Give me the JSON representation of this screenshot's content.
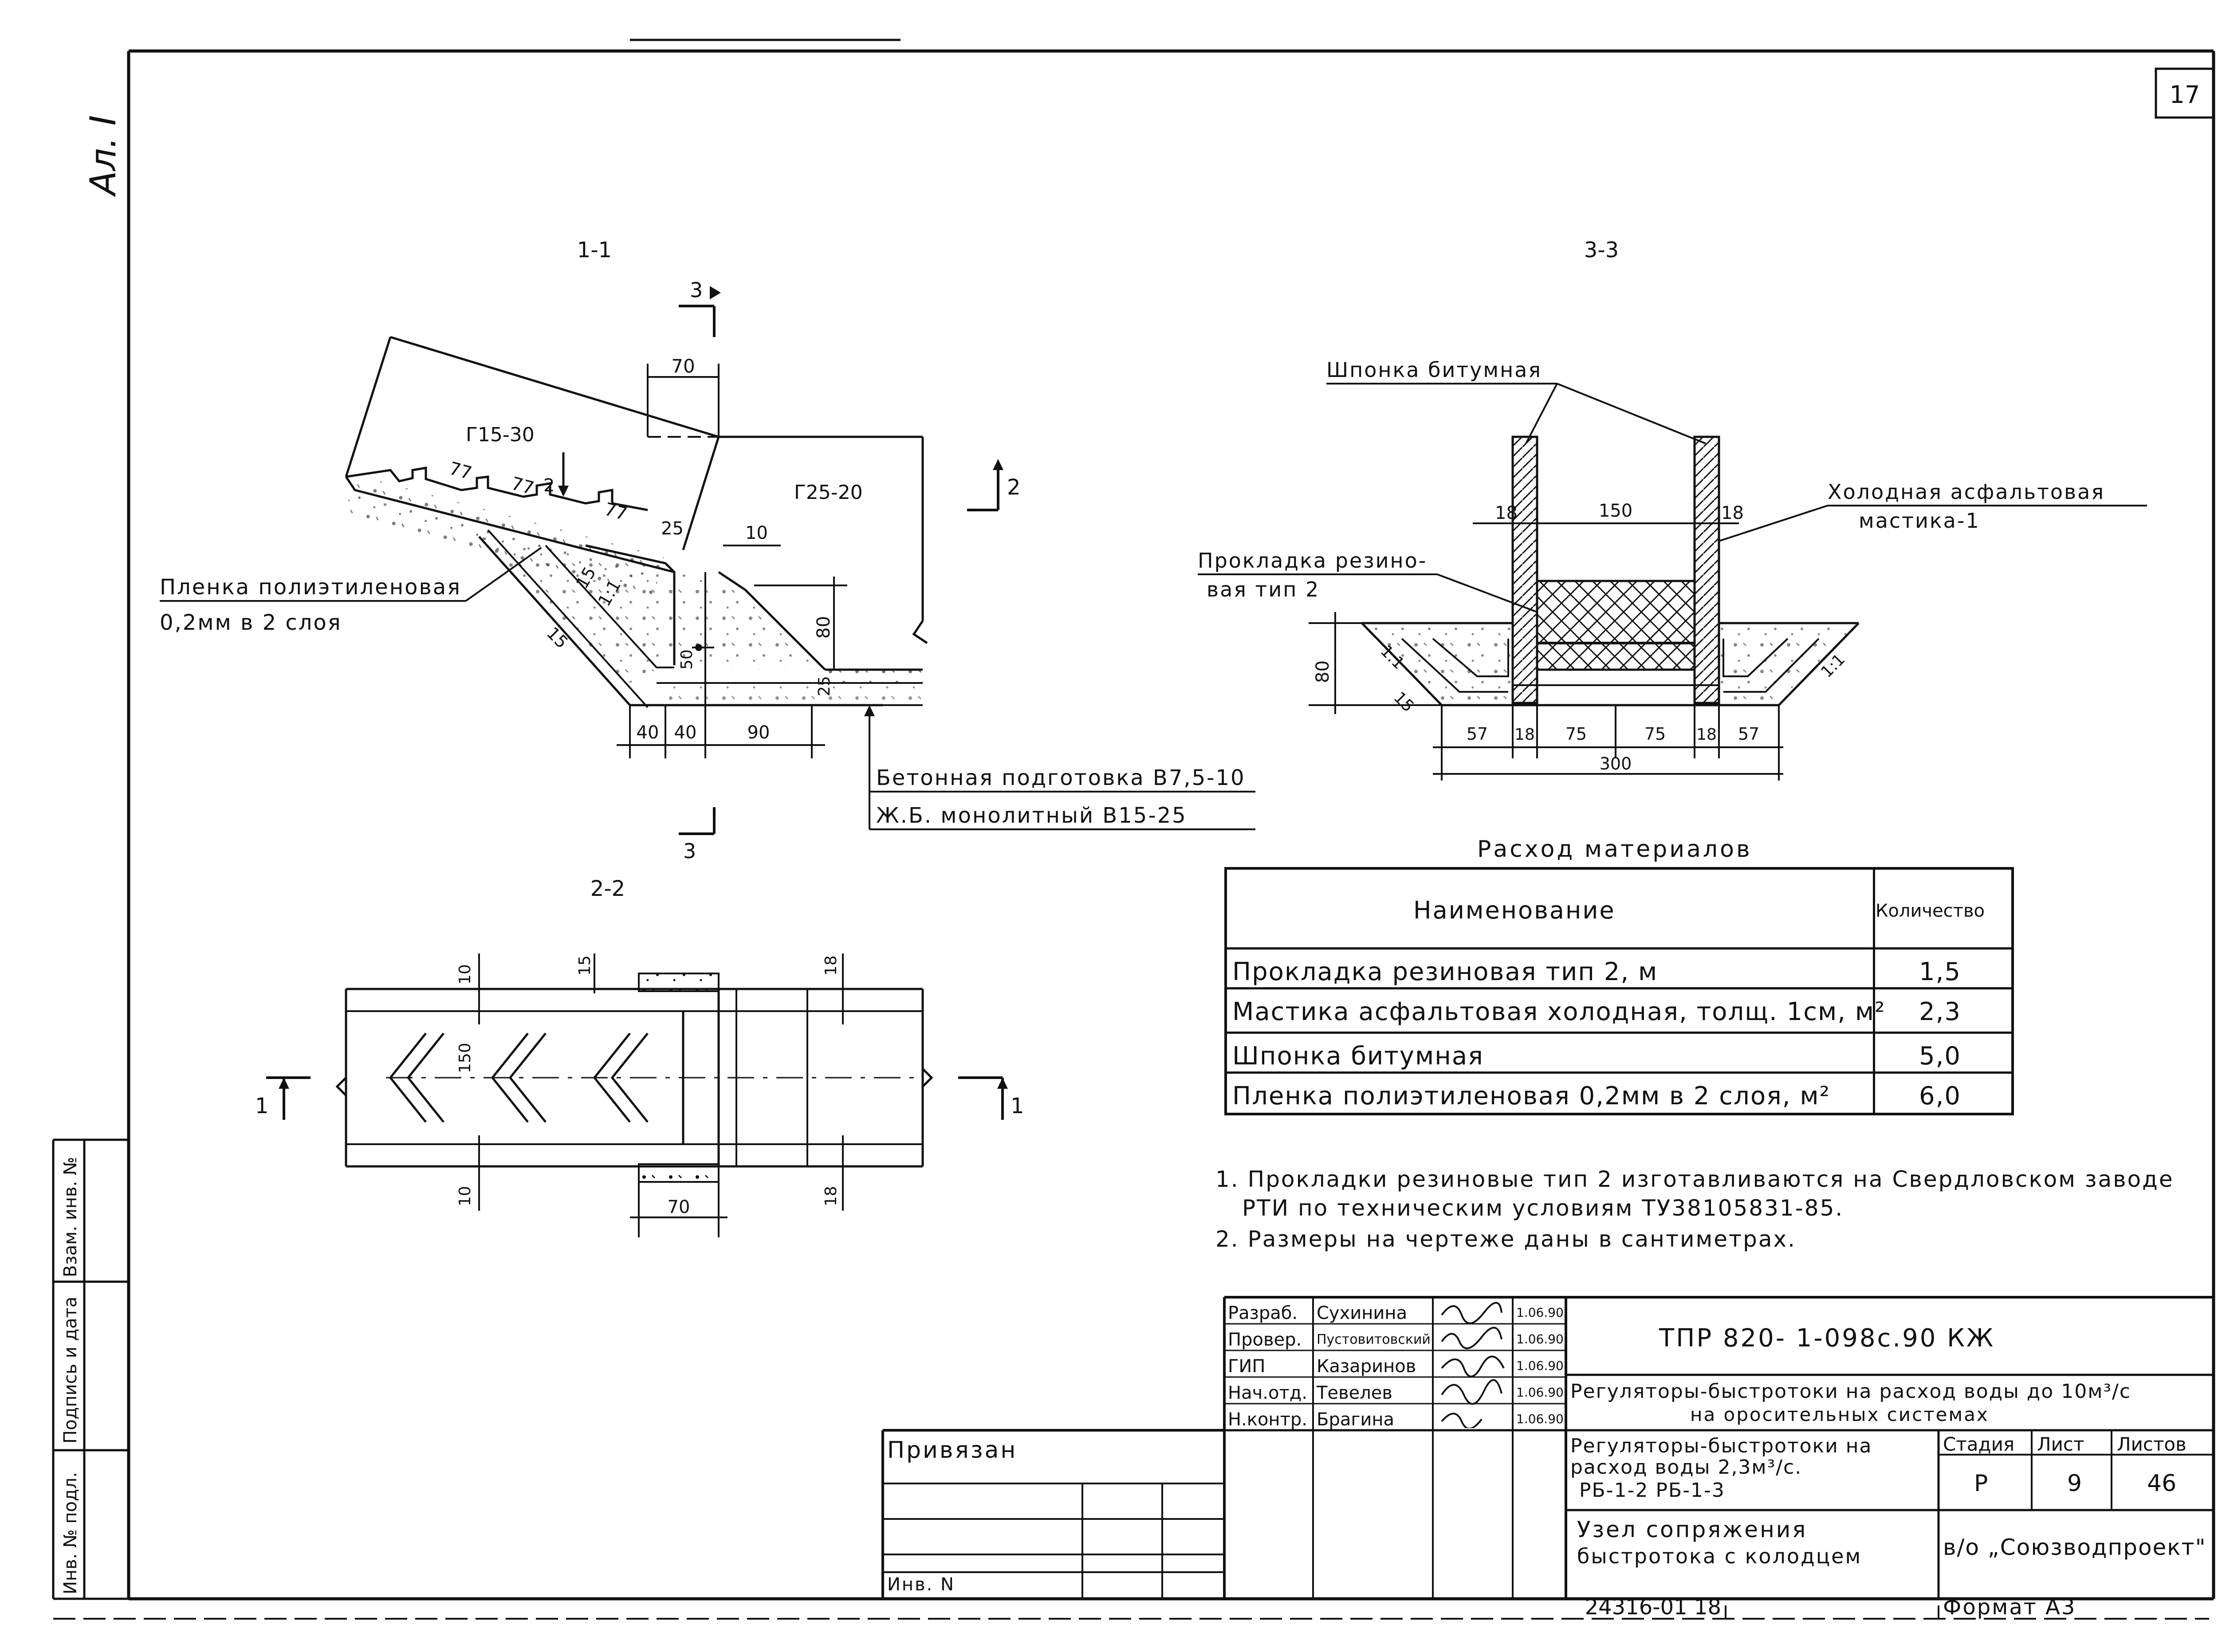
{
  "sheet": {
    "number": "17",
    "format_label": "Ал. I",
    "footer_code": "24316-01  18",
    "footer_format": "Формат А3"
  },
  "section_1_1": {
    "title": "1-1",
    "labels": {
      "g15": "Г15-30",
      "g25": "Г25-20",
      "d70": "70",
      "d77a": "77",
      "d77b": "77",
      "d77c": "77",
      "d2": "2",
      "d25": "25",
      "d10": "10",
      "d15a": "15",
      "d15b": "15",
      "d80": "80",
      "d50": "50",
      "d25b": "25",
      "slope": "1:1",
      "dim40a": "40",
      "dim40b": "40",
      "dim90": "90",
      "cut3top": "3",
      "cut3bot": "3",
      "cut2": "2"
    },
    "film_label_line1": "Пленка полиэтиленовая",
    "film_label_line2": "0,2мм в 2 слоя",
    "concrete_prep": "Бетонная подготовка В7,5-10",
    "monolith": "Ж.Б. монолитный В15-25"
  },
  "section_2_2": {
    "title": "2-2",
    "labels": {
      "d10a": "10",
      "d15": "15",
      "d18a": "18",
      "d150": "150",
      "d10b": "10",
      "d70": "70",
      "d18b": "18",
      "cut1left": "1",
      "cut1right": "1"
    }
  },
  "section_3_3": {
    "title": "3-3",
    "key_label": "Шпонка битумная",
    "mastic_line1": "Холодная асфальтовая",
    "mastic_line2": "мастика-1",
    "gasket_line1": "Прокладка резино-",
    "gasket_line2": "вая тип 2",
    "labels": {
      "d18a": "18",
      "d150": "150",
      "d18b": "18",
      "d80": "80",
      "d15": "15",
      "s11a": "1:1",
      "s11b": "1:1",
      "b57a": "57",
      "b18a": "18",
      "b75a": "75",
      "b75b": "75",
      "b18b": "18",
      "b57b": "57",
      "b300": "300"
    }
  },
  "materials": {
    "title": "Расход материалов",
    "headers": [
      "Наименование",
      "Количество"
    ],
    "rows": [
      {
        "name": "Прокладка резиновая тип 2, м",
        "qty": "1,5"
      },
      {
        "name": "Мастика асфальтовая холодная, толщ. 1см, м²",
        "qty": "2,3"
      },
      {
        "name": "Шпонка битумная",
        "qty": "5,0"
      },
      {
        "name": "Пленка полиэтиленовая 0,2мм в 2 слоя, м²",
        "qty": "6,0"
      }
    ]
  },
  "notes": {
    "line1": "1. Прокладки резиновые тип 2 изготавливаются на Свердловском заводе",
    "line2": "РТИ по техническим условиям ТУ38105831-85.",
    "line3": "2. Размеры на чертеже даны в сантиметрах."
  },
  "side_stamp": {
    "inv_podl": "Инв. № подл.",
    "signature_date": "Подпись и дата",
    "vzam_inv": "Взам. инв. №"
  },
  "title_block": {
    "signatures": [
      {
        "role": "Разраб.",
        "name": "Сухинина",
        "date": "1.06.90"
      },
      {
        "role": "Провер.",
        "name": "Пустовитовский",
        "date": "1.06.90"
      },
      {
        "role": "ГИП",
        "name": "Казаринов",
        "date": "1.06.90"
      },
      {
        "role": "Нач.отд.",
        "name": "Тевелев",
        "date": "1.06.90"
      },
      {
        "role": "Н.контр.",
        "name": "Брагина",
        "date": "1.06.90"
      }
    ],
    "doc_code": "ТПР   820-  1-098с.90     КЖ",
    "project_title_line1": "Регуляторы-быстротоки на расход воды до 10м³/с",
    "project_title_line2": "на оросительных системах",
    "subtitle_line1": "Регуляторы-быстротоки на",
    "subtitle_line2": "расход воды 2,3м³/с.",
    "subtitle_line3": "РБ-1-2      РБ-1-3",
    "stage_header": "Стадия",
    "sheet_header": "Лист",
    "sheets_header": "Листов",
    "stage": "Р",
    "sheet": "9",
    "sheets": "46",
    "drawing_title_line1": "Узел сопряжения",
    "drawing_title_line2": "быстротока с колодцем",
    "organization": "в/о „Союзводпроект\"",
    "bound_label": "Привязан",
    "inv_label": "Инв. N"
  }
}
